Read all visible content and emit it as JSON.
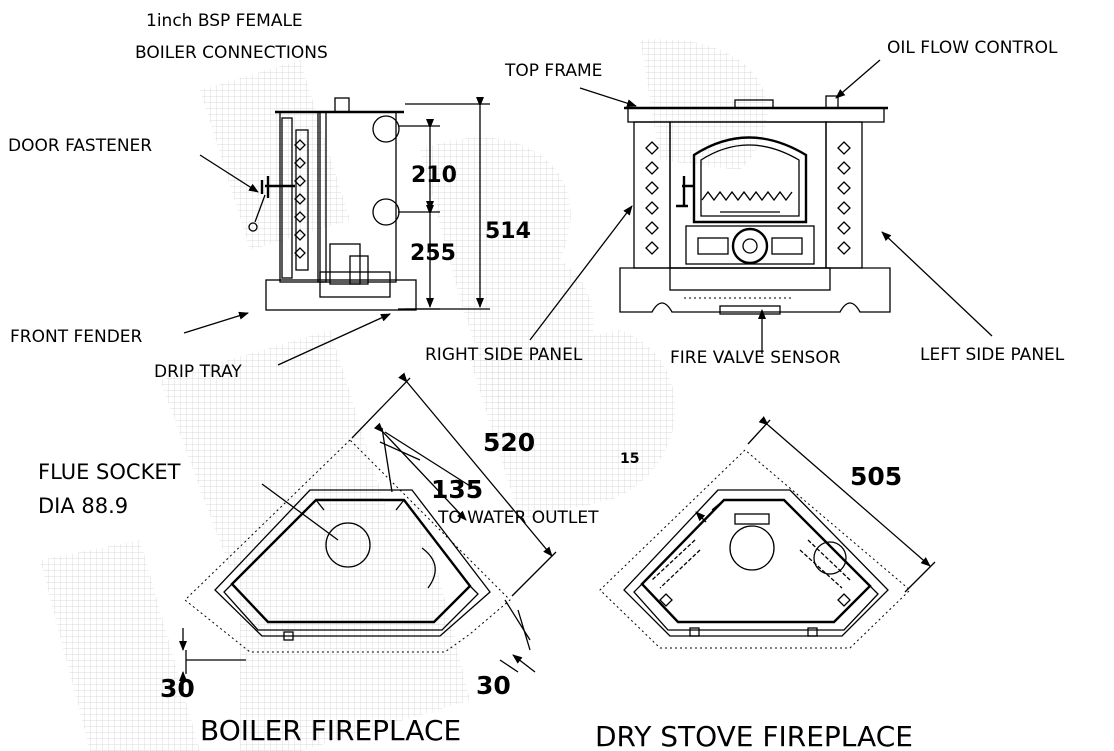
{
  "labels": {
    "boiler_connections_1": "1inch BSP FEMALE",
    "boiler_connections_2": "BOILER CONNECTIONS",
    "door_fastener": "DOOR FASTENER",
    "front_fender": "FRONT FENDER",
    "drip_tray": "DRIP TRAY",
    "top_frame": "TOP FRAME",
    "oil_flow_control": "OIL FLOW CONTROL",
    "right_side_panel": "RIGHT SIDE PANEL",
    "fire_valve_sensor": "FIRE VALVE SENSOR",
    "left_side_panel": "LEFT SIDE PANEL",
    "flue_socket_1": "FLUE SOCKET",
    "flue_socket_2": "DIA 88.9",
    "to_water_outlet": "TO WATER OUTLET"
  },
  "dimensions": {
    "upper_connection": "210",
    "lower_connection": "255",
    "overall_height": "514",
    "boiler_width": "520",
    "water_outlet_offset": "135",
    "boiler_clearance_left": "30",
    "boiler_clearance_right": "30",
    "stove_small_gap": "15",
    "stove_width": "505"
  },
  "titles": {
    "boiler_fireplace": "BOILER FIREPLACE",
    "dry_stove_fireplace": "DRY STOVE FIREPLACE"
  }
}
